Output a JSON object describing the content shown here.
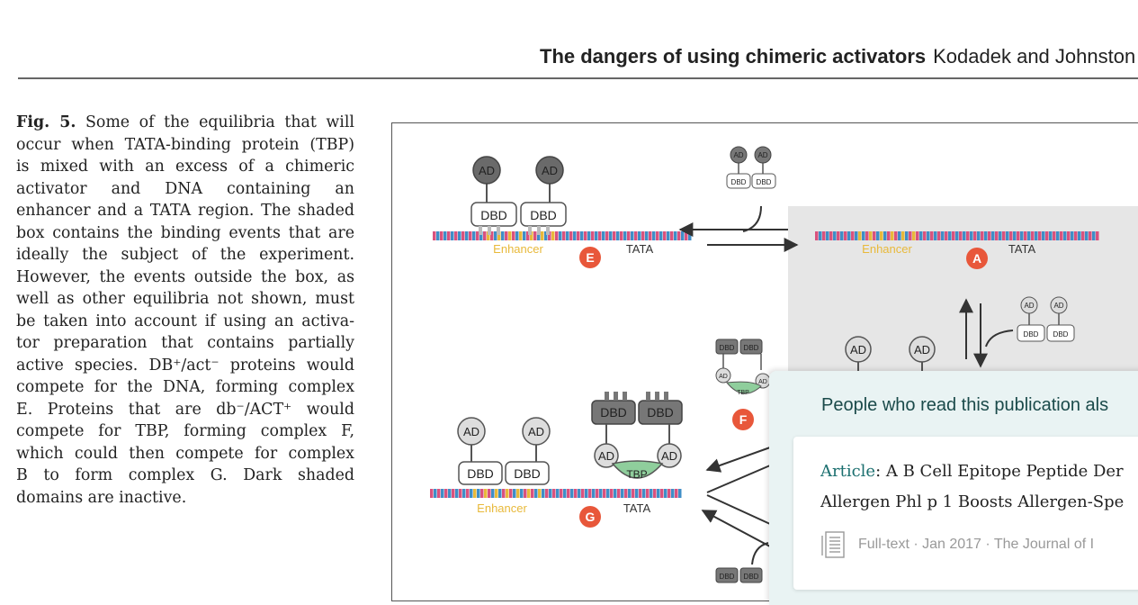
{
  "header": {
    "title": "The dangers of using chimeric activators",
    "authors": "Kodadek and Johnston"
  },
  "caption": {
    "lines": [
      "Some of the equilibria that will",
      "occur when TATA-binding protein (TBP)",
      "is mixed with an excess of a chimeric",
      "activator and DNA containing an",
      "enhancer and a TATA region. The shaded",
      "box contains the binding events that are",
      "ideally the subject of the experiment.",
      "However, the events outside the box, as",
      "well as other equilibria not shown, must",
      "be taken into account if using an activa-",
      "tor preparation that contains partially",
      "active species. DB⁺/act⁻ proteins would",
      "compete for the DNA, forming complex",
      "E. Proteins that are db⁻/ACT⁺ would",
      "compete for TBP, forming complex F,",
      "which could then compete for complex",
      "B to form complex G. Dark shaded",
      "domains are inactive."
    ],
    "label": "Fig. 5."
  },
  "figure": {
    "ad": "AD",
    "dbd": "DBD",
    "tbp": "TBP",
    "enhancer": "Enhancer",
    "tata": "TATA",
    "complexes": {
      "a": "A",
      "e": "E",
      "f": "F",
      "g": "G"
    },
    "colors": {
      "dna_pink": "#d9527e",
      "dna_blue": "#3f8ec7",
      "enhancer": "#e8b93a",
      "marker": "#e8573a",
      "tbp": "#8fce9c",
      "shade": "#e6e6e6"
    }
  },
  "popup": {
    "title": "People who read this publication als",
    "card": {
      "kind": "Article",
      "title_line1": ": A B Cell Epitope Peptide Der",
      "title_line2": "Allergen Phl p 1 Boosts Allergen-Spe",
      "meta": "Full-text · Jan 2017 · The Journal of I"
    },
    "icon": "document-icon"
  }
}
